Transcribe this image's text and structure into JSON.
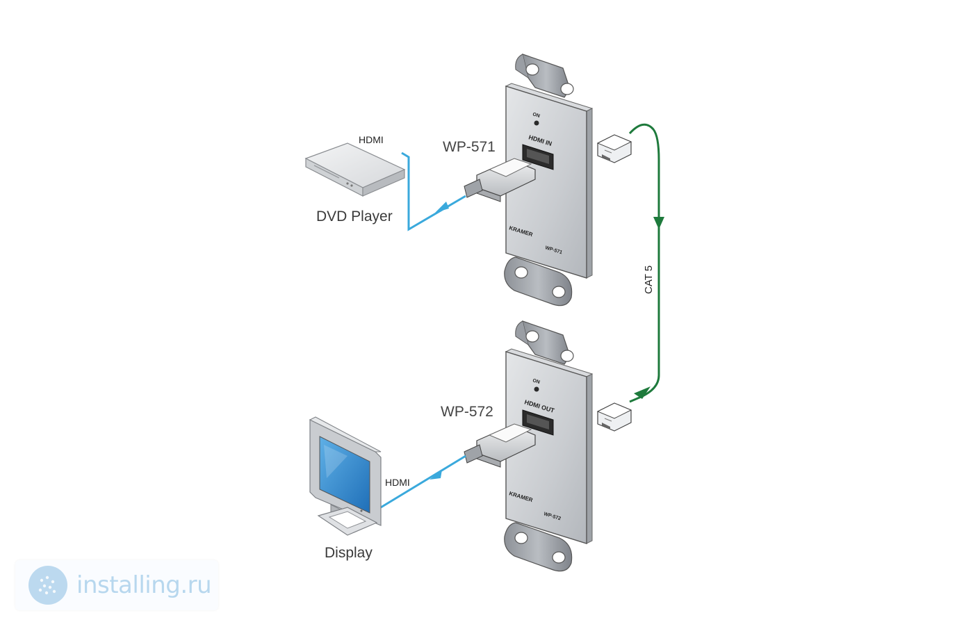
{
  "devices": {
    "source": {
      "label": "DVD Player"
    },
    "sink": {
      "label": "Display"
    },
    "transmitter": {
      "model": "WP-571",
      "brand": "KRAMER",
      "plate_model": "WP-571",
      "port_label": "HDMI IN",
      "led_label": "ON"
    },
    "receiver": {
      "model": "WP-572",
      "brand": "KRAMER",
      "plate_model": "WP-572",
      "port_label": "HDMI OUT",
      "led_label": "ON"
    }
  },
  "cables": {
    "input": {
      "label": "HDMI",
      "color": "#3aa9dc"
    },
    "output": {
      "label": "HDMI",
      "color": "#3aa9dc"
    },
    "link": {
      "label": "CAT 5",
      "color": "#1e7a3c"
    }
  },
  "watermark": {
    "text": "installing.ru",
    "color": "#b7d7ee"
  }
}
